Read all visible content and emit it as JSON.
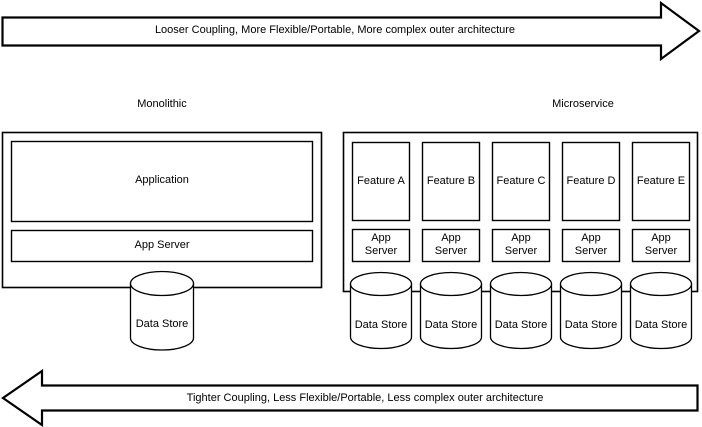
{
  "diagram": {
    "title_top_arrow": "Looser Coupling, More Flexible/Portable, More complex outer architecture",
    "title_bottom_arrow": "Tighter Coupling, Less Flexible/Portable, Less complex outer architecture",
    "stroke_color": "#000000",
    "fill_color": "#ffffff"
  },
  "monolithic": {
    "heading": "Monolithic",
    "application_label": "Application",
    "app_server_label": "App Server",
    "data_store_label": "Data Store"
  },
  "microservice": {
    "heading": "Microservice",
    "columns": [
      {
        "feature": "Feature A",
        "server_line1": "App",
        "server_line2": "Server",
        "data_store": "Data Store"
      },
      {
        "feature": "Feature B",
        "server_line1": "App",
        "server_line2": "Server",
        "data_store": "Data Store"
      },
      {
        "feature": "Feature C",
        "server_line1": "App",
        "server_line2": "Server",
        "data_store": "Data Store"
      },
      {
        "feature": "Feature D",
        "server_line1": "App",
        "server_line2": "Server",
        "data_store": "Data Store"
      },
      {
        "feature": "Feature E",
        "server_line1": "App",
        "server_line2": "Server",
        "data_store": "Data Store"
      }
    ]
  }
}
